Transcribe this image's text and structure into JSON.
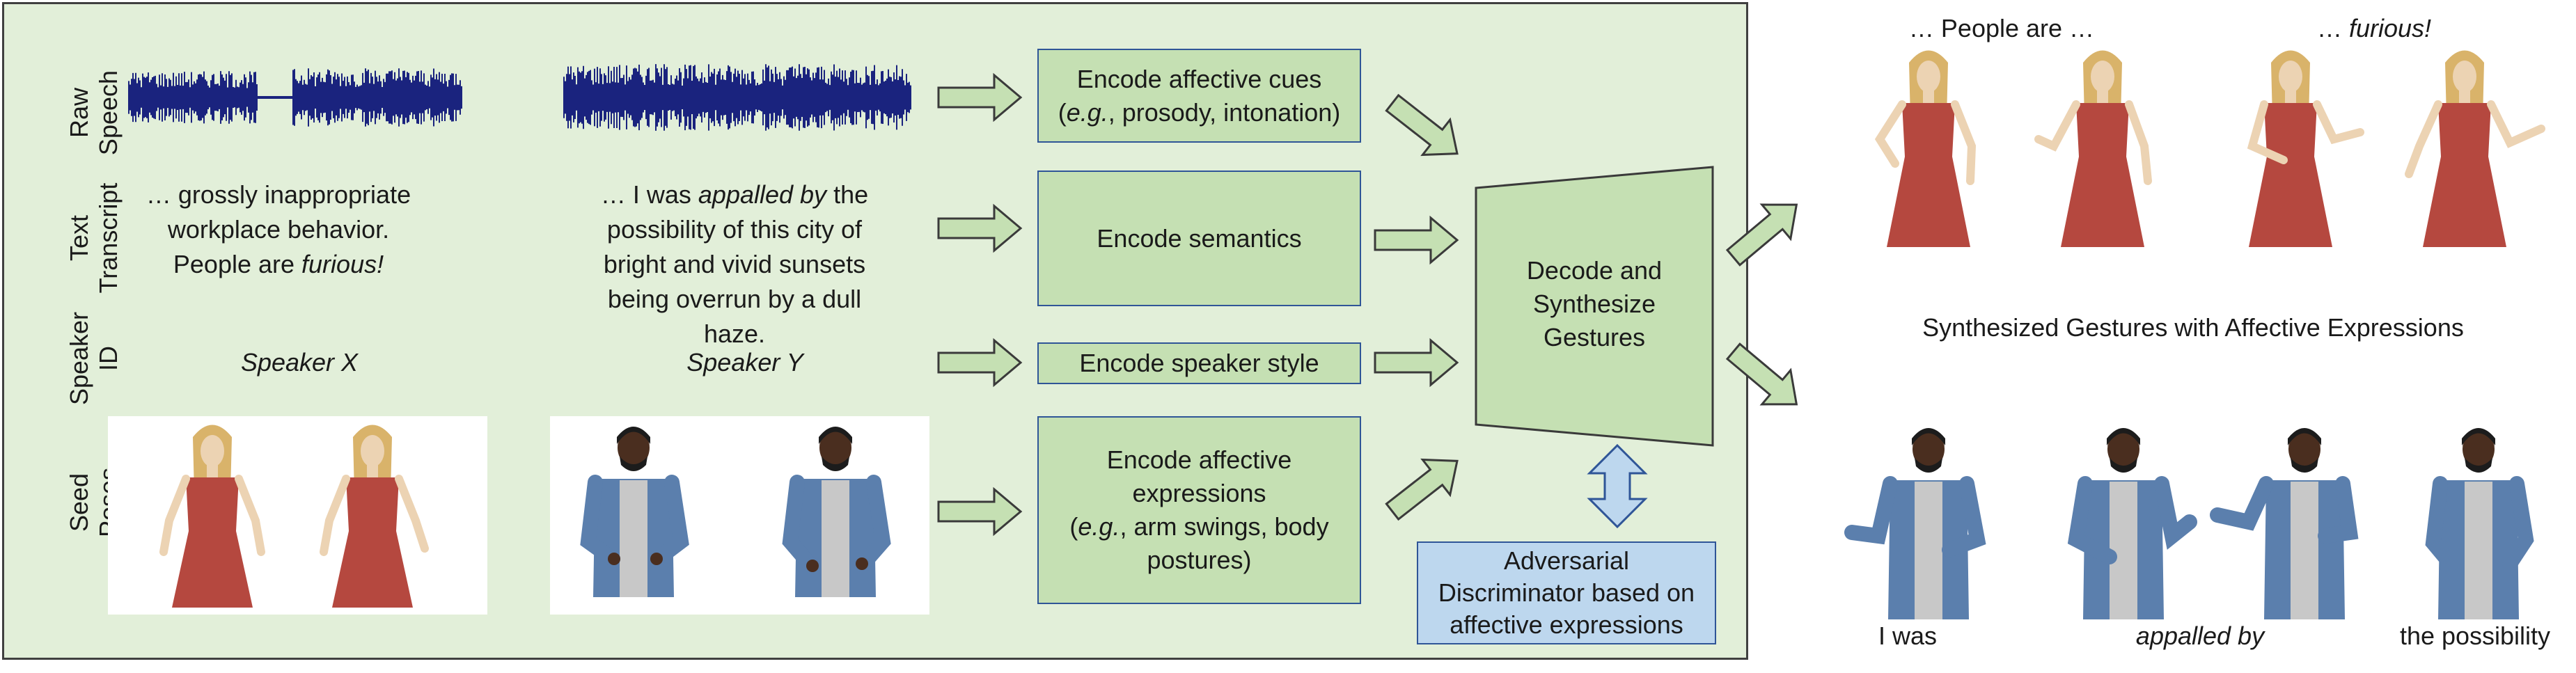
{
  "row_labels": {
    "raw_speech": [
      "Raw",
      "Speech"
    ],
    "text_transcript": [
      "Text",
      "Transcript"
    ],
    "speaker_id": [
      "Speaker",
      "ID"
    ],
    "seed_poses": [
      "Seed",
      "Poses"
    ]
  },
  "transcripts": {
    "x": {
      "line1": "… grossly inappropriate",
      "line2": "workplace behavior.",
      "line3a": "People are ",
      "line3b": "furious!"
    },
    "y": {
      "line1a": "… I was ",
      "line1b": "appalled by",
      "line1c": " the",
      "line2": "possibility of this city of",
      "line3": "bright and vivid sunsets",
      "line4": "being overrun by a dull",
      "line5": "haze."
    }
  },
  "speakers": {
    "x": "Speaker X",
    "y": "Speaker Y"
  },
  "encoders": {
    "affective_cues": {
      "line1": "Encode affective cues",
      "line2a": "(",
      "line2b": "e.g.",
      "line2c": ", prosody, intonation)"
    },
    "semantics": "Encode semantics",
    "speaker_style": "Encode speaker style",
    "affective_expressions": {
      "line1": "Encode affective",
      "line2": "expressions",
      "line3a": "(",
      "line3b": "e.g.",
      "line3c": ", arm swings, body",
      "line4": "postures)"
    }
  },
  "decoder": {
    "line1": "Decode and",
    "line2": "Synthesize",
    "line3": "Gestures"
  },
  "discriminator": {
    "line1": "Adversarial",
    "line2": "Discriminator based on",
    "line3": "affective expressions"
  },
  "output": {
    "top_caption_left": "… People are …",
    "top_caption_right": "… furious!",
    "middle_caption": "Synthesized Gestures with Affective Expressions",
    "bottom_captions": [
      "I was",
      "appalled by",
      "the possibility"
    ]
  },
  "colors": {
    "panel_bg": "#e2efd9",
    "encoder_fill": "#c5e0b3",
    "encoder_border": "#2f5597",
    "discriminator_fill": "#bdd7ee",
    "waveform": "#1a237e",
    "dress_red": "#b5483f",
    "shirt_blue": "#5b7fad"
  }
}
